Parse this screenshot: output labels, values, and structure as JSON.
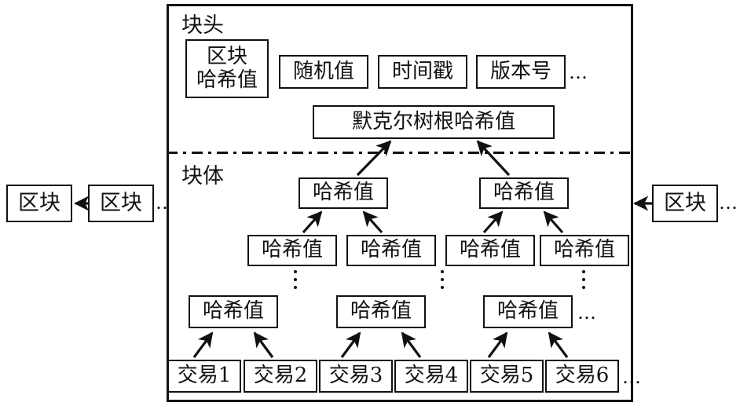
{
  "diagram": {
    "title_header": "块头",
    "title_body": "块体",
    "ellipsis": "…",
    "header": {
      "block_hash_line1": "区块",
      "block_hash_line2": "哈希值",
      "nonce": "随机值",
      "timestamp": "时间戳",
      "version": "版本号",
      "merkle_root": "默克尔树根哈希值",
      "trailing_ellipsis": "…"
    },
    "body": {
      "hash_label": "哈希值",
      "level2": [
        "哈希值",
        "哈希值"
      ],
      "level3": [
        "哈希值",
        "哈希值",
        "哈希值",
        "哈希值"
      ],
      "level4": [
        "哈希值",
        "哈希值",
        "哈希值"
      ],
      "level4_ellipsis": "…",
      "transactions": [
        "交易1",
        "交易2",
        "交易3",
        "交易4",
        "交易5",
        "交易6"
      ],
      "transactions_ellipsis": "…",
      "vertical_ellipsis_count": 3
    },
    "chain": {
      "left_blocks": [
        "区块",
        "区块"
      ],
      "left_ellipsis": "…",
      "right_blocks": [
        "区块"
      ],
      "right_ellipsis": "…"
    },
    "colors": {
      "line": "#111111",
      "background": "#ffffff"
    }
  }
}
